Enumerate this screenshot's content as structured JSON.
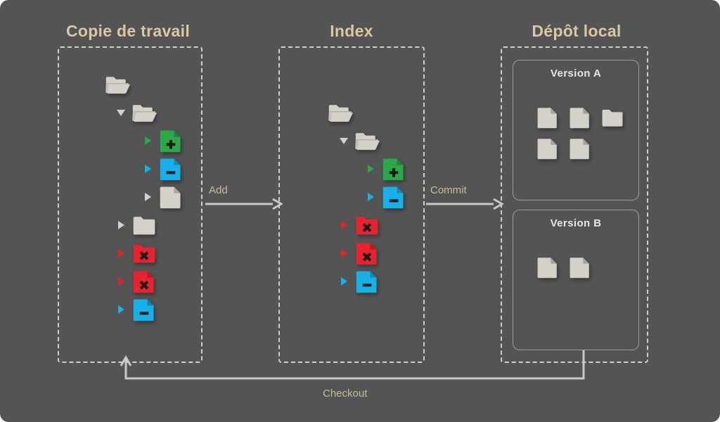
{
  "diagram": {
    "title_working": "Copie de travail",
    "title_index": "Index",
    "title_repo": "Dépôt local",
    "flow_add": "Add",
    "flow_commit": "Commit",
    "flow_checkout": "Checkout",
    "version_a": "Version A",
    "version_b": "Version B",
    "colors": {
      "background": "#545454",
      "title": "#d9c9a3",
      "label": "#c8bb9b",
      "dashed_border": "#cfcfcf",
      "panel_border": "#9b9b9b",
      "neutral": "#d4d2c8",
      "green": "#2aa84a",
      "blue": "#17b0e8",
      "red": "#e8222e",
      "arrow": "#c8c8c8"
    }
  },
  "working_copy": {
    "items": [
      {
        "icon": "folder-open-icon",
        "kind": "folder-open",
        "color": "neutral",
        "mark": "none",
        "disc": "none",
        "disc_color": "neutral",
        "indent": 0
      },
      {
        "icon": "folder-open-icon",
        "kind": "folder-open",
        "color": "neutral",
        "mark": "none",
        "disc": "triangle-down-icon",
        "disc_color": "neutral",
        "indent": 1
      },
      {
        "icon": "file-added-icon",
        "kind": "file",
        "color": "green",
        "mark": "plus",
        "disc": "triangle-right-icon",
        "disc_color": "green",
        "indent": 2
      },
      {
        "icon": "file-modified-icon",
        "kind": "file",
        "color": "blue",
        "mark": "minus",
        "disc": "triangle-right-icon",
        "disc_color": "blue",
        "indent": 2
      },
      {
        "icon": "file-icon",
        "kind": "file",
        "color": "neutral",
        "mark": "none",
        "disc": "triangle-right-icon",
        "disc_color": "neutral",
        "indent": 2
      },
      {
        "icon": "folder-icon",
        "kind": "folder",
        "color": "neutral",
        "mark": "none",
        "disc": "triangle-right-icon",
        "disc_color": "neutral",
        "indent": 1
      },
      {
        "icon": "folder-deleted-icon",
        "kind": "folder",
        "color": "red",
        "mark": "cross",
        "disc": "triangle-right-icon",
        "disc_color": "red",
        "indent": 1
      },
      {
        "icon": "file-deleted-icon",
        "kind": "file",
        "color": "red",
        "mark": "cross",
        "disc": "triangle-right-icon",
        "disc_color": "red",
        "indent": 1
      },
      {
        "icon": "file-modified-icon",
        "kind": "file",
        "color": "blue",
        "mark": "minus",
        "disc": "triangle-right-icon",
        "disc_color": "blue",
        "indent": 1
      }
    ]
  },
  "index_stage": {
    "items": [
      {
        "icon": "folder-open-icon",
        "kind": "folder-open",
        "color": "neutral",
        "mark": "none",
        "disc": "none",
        "disc_color": "neutral",
        "indent": 0
      },
      {
        "icon": "folder-open-icon",
        "kind": "folder-open",
        "color": "neutral",
        "mark": "none",
        "disc": "triangle-down-icon",
        "disc_color": "neutral",
        "indent": 1
      },
      {
        "icon": "file-added-icon",
        "kind": "file",
        "color": "green",
        "mark": "plus",
        "disc": "triangle-right-icon",
        "disc_color": "green",
        "indent": 2
      },
      {
        "icon": "file-modified-icon",
        "kind": "file",
        "color": "blue",
        "mark": "minus",
        "disc": "triangle-right-icon",
        "disc_color": "blue",
        "indent": 2
      },
      {
        "icon": "folder-deleted-icon",
        "kind": "folder",
        "color": "red",
        "mark": "cross",
        "disc": "triangle-right-icon",
        "disc_color": "red",
        "indent": 1
      },
      {
        "icon": "file-deleted-icon",
        "kind": "file",
        "color": "red",
        "mark": "cross",
        "disc": "triangle-right-icon",
        "disc_color": "red",
        "indent": 1
      },
      {
        "icon": "file-modified-icon",
        "kind": "file",
        "color": "blue",
        "mark": "minus",
        "disc": "triangle-right-icon",
        "disc_color": "blue",
        "indent": 1
      }
    ]
  },
  "repository": {
    "version_a_items": [
      {
        "icon": "file-icon",
        "kind": "file",
        "color": "neutral"
      },
      {
        "icon": "file-icon",
        "kind": "file",
        "color": "neutral"
      },
      {
        "icon": "folder-icon",
        "kind": "folder",
        "color": "neutral"
      },
      {
        "icon": "file-icon",
        "kind": "file",
        "color": "neutral"
      },
      {
        "icon": "file-icon",
        "kind": "file",
        "color": "neutral"
      }
    ],
    "version_b_items": [
      {
        "icon": "file-icon",
        "kind": "file",
        "color": "neutral"
      },
      {
        "icon": "file-icon",
        "kind": "file",
        "color": "neutral"
      }
    ]
  }
}
